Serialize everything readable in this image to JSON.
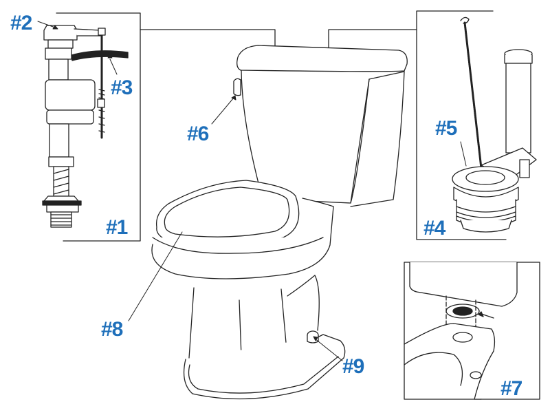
{
  "diagram": {
    "subject": "two-piece toilet parts breakdown",
    "label_color": "#1e6fba",
    "line_color": "#222222",
    "labels": [
      {
        "id": "1",
        "text": "#1",
        "part": "fill-valve-assembly"
      },
      {
        "id": "2",
        "text": "#2",
        "part": "fill-valve-cap"
      },
      {
        "id": "3",
        "text": "#3",
        "part": "refill-tube"
      },
      {
        "id": "4",
        "text": "#4",
        "part": "flush-valve-assembly"
      },
      {
        "id": "5",
        "text": "#5",
        "part": "flapper"
      },
      {
        "id": "6",
        "text": "#6",
        "part": "trip-lever-handle"
      },
      {
        "id": "7",
        "text": "#7",
        "part": "tank-to-bowl-gasket-and-bolts"
      },
      {
        "id": "8",
        "text": "#8",
        "part": "toilet-seat"
      },
      {
        "id": "9",
        "text": "#9",
        "part": "bolt-caps"
      }
    ]
  }
}
